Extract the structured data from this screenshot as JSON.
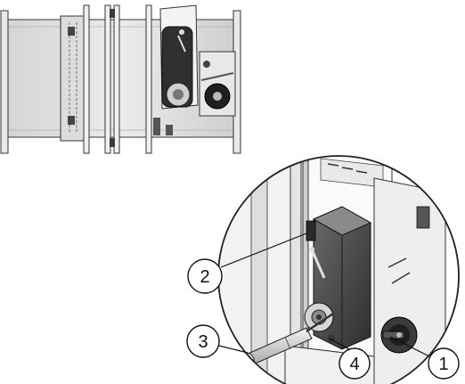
{
  "figure": {
    "overview": {
      "subject": "duct-damper-assembly-overview"
    },
    "detail": {
      "subject": "actuator-manual-override-closeup"
    },
    "callouts": [
      {
        "id": "1",
        "label": "1"
      },
      {
        "id": "2",
        "label": "2"
      },
      {
        "id": "3",
        "label": "3"
      },
      {
        "id": "4",
        "label": "4"
      }
    ],
    "colors": {
      "line": "#1a1a1a",
      "duct_light": "#e6e6e6",
      "duct_mid": "#c9c9c9",
      "metal_dark": "#3a3a3a",
      "actuator_body": "#4a4a4a"
    }
  }
}
